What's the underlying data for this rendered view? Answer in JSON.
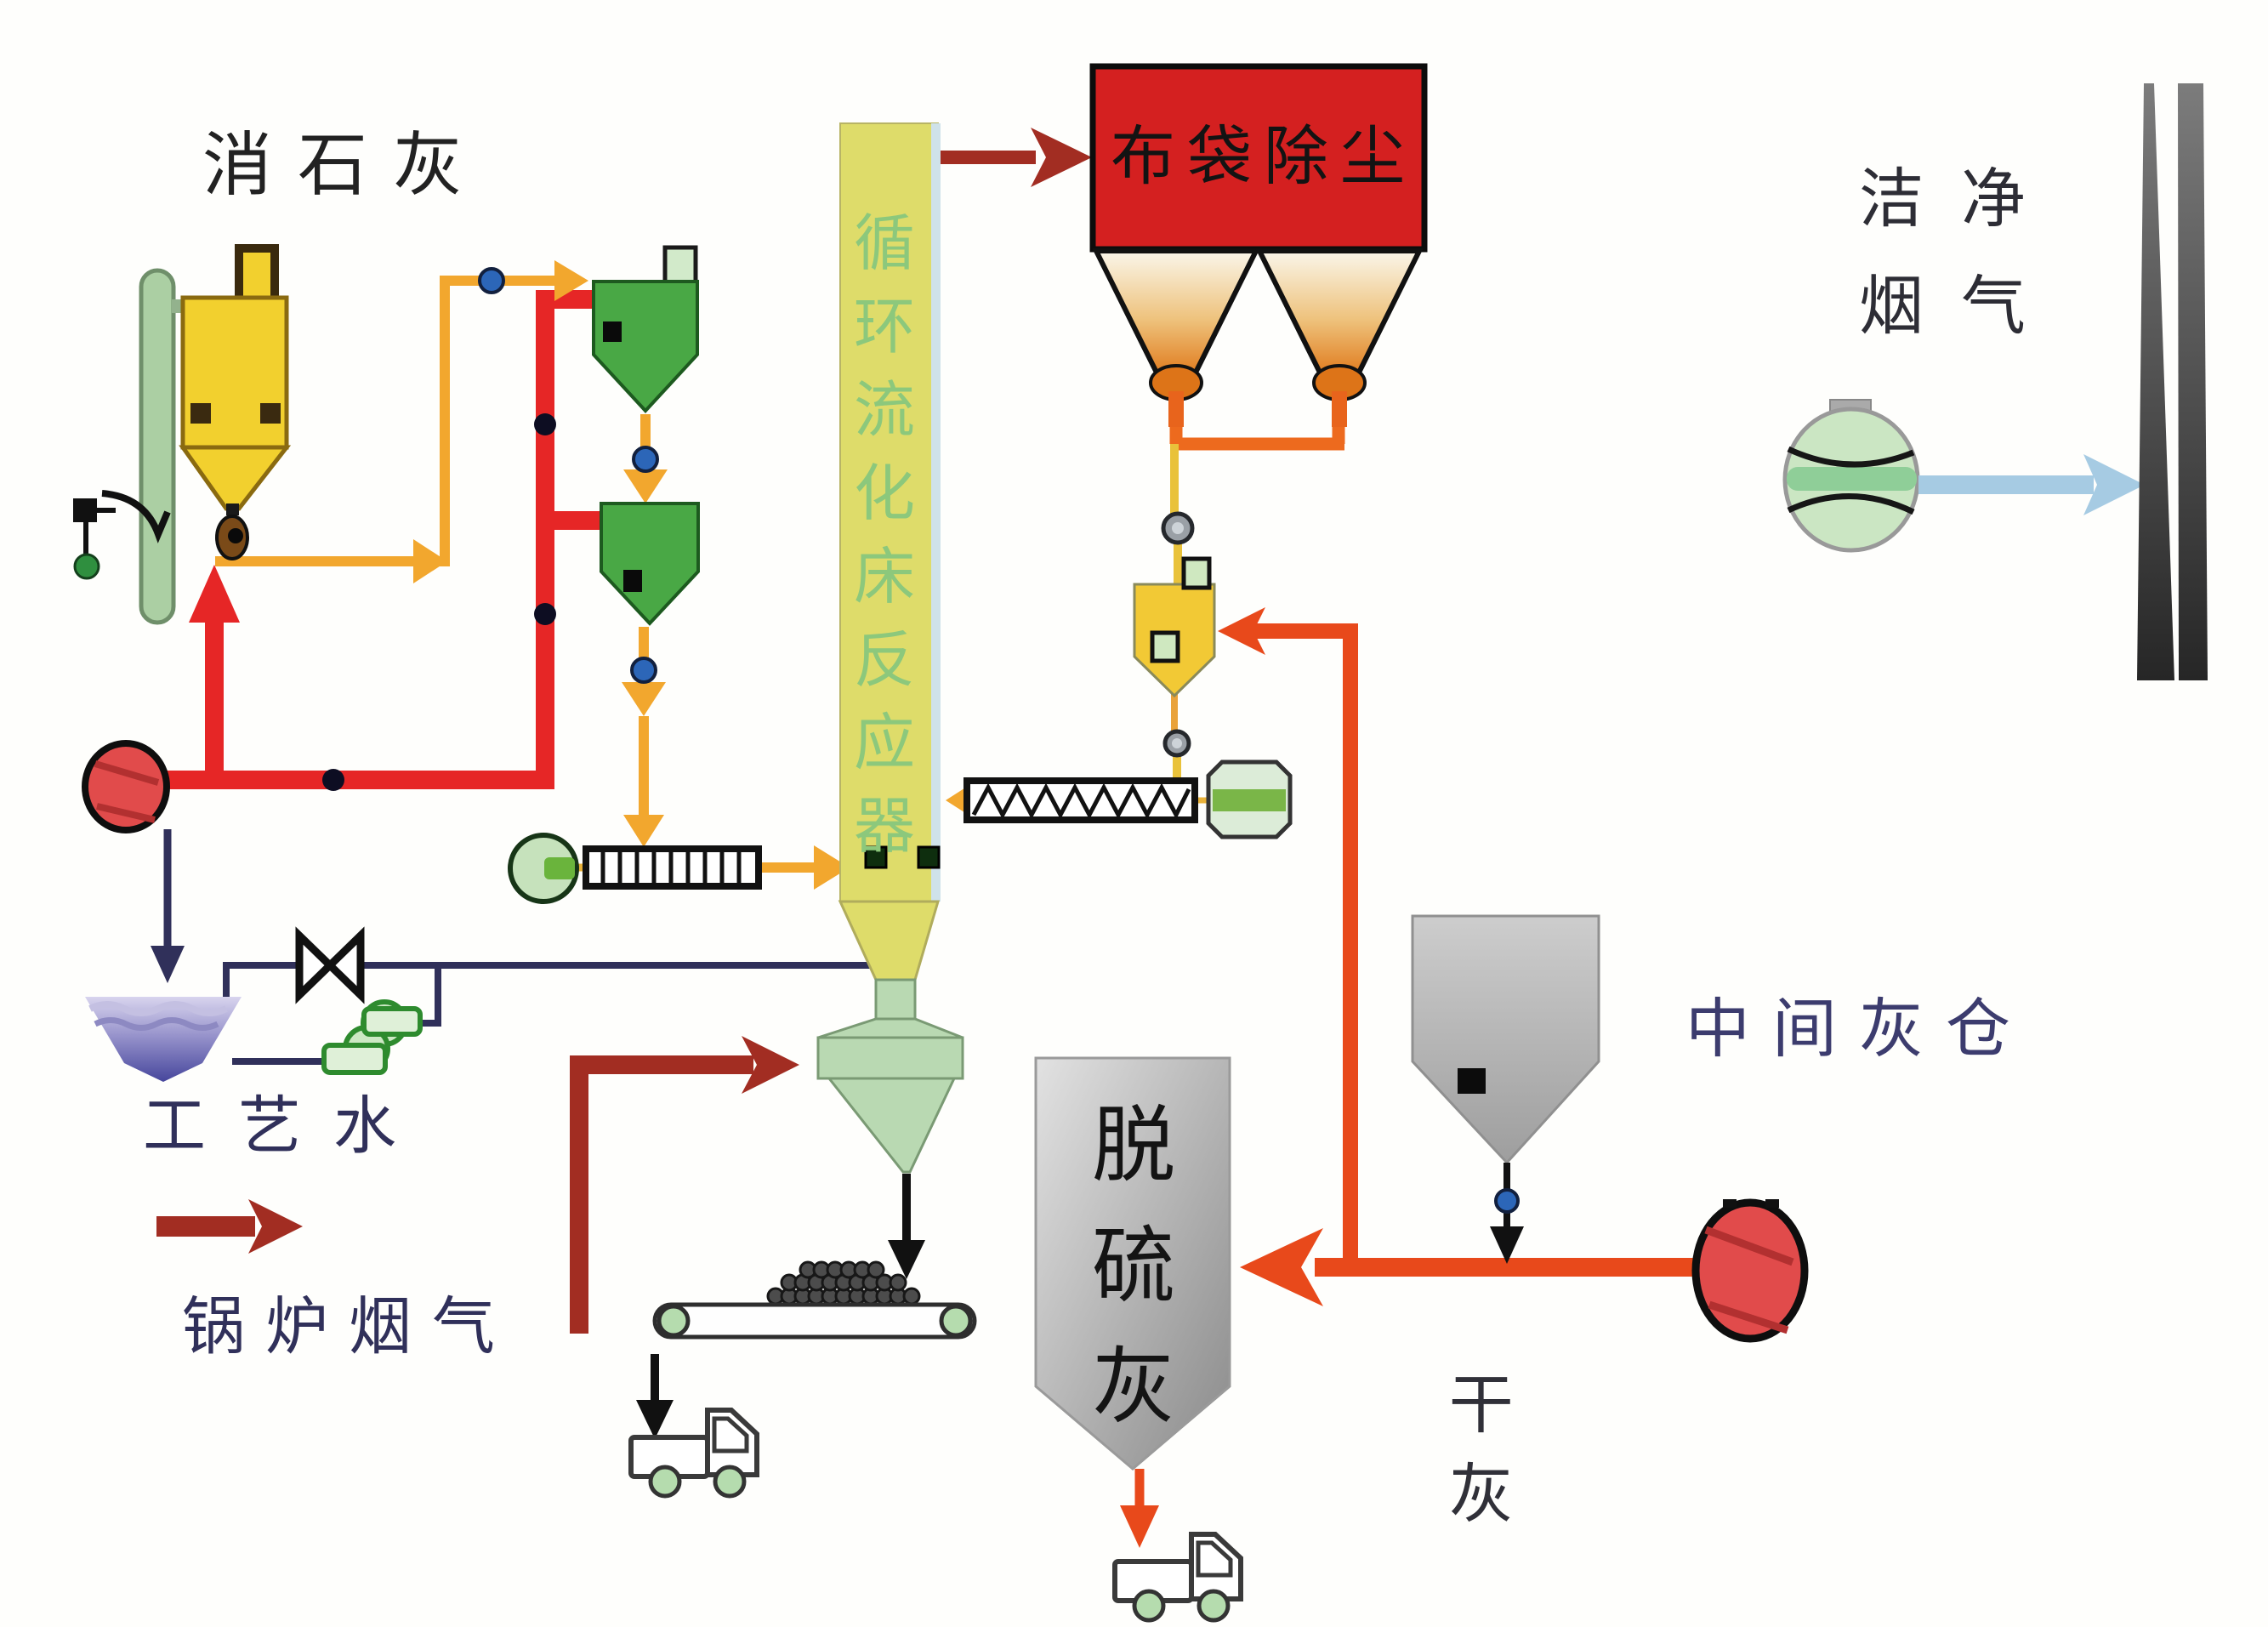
{
  "diagram": {
    "type": "process-flow-diagram",
    "subject": "circulating fluidized bed flue gas desulfurization system",
    "labels": {
      "slaked_lime": "消石灰",
      "reactor": "循环流化床反应器",
      "bag_filter": "布袋除尘",
      "clean_flue_gas_line1": "洁净",
      "clean_flue_gas_line2": "烟气",
      "intermediate_ash_silo": "中间灰仓",
      "desulfurized_ash": "脱硫灰",
      "dry_ash": "干灰",
      "process_water": "工艺水",
      "boiler_flue_gas": "锅炉烟气"
    },
    "colors": {
      "reactor_fill": "#dedc6a",
      "reactor_text_green": "#8cc87c",
      "bag_filter_red": "#d42020",
      "lime_pipe_red": "#e62626",
      "lime_line_orange": "#f2a72e",
      "ash_pipe_orange_red": "#e8491b",
      "flue_gas_dark_red": "#a22d22",
      "clean_gas_blue": "#a6cbe3",
      "water_line_navy": "#30305a",
      "silo_gray": "#b5b5b5",
      "lime_silo_yellow": "#f2d02e",
      "cyclone_green": "#49a845",
      "fan_red": "#e14b4b",
      "motor_green_light": "#c6e2bc"
    },
    "equipment": [
      "lime-silo",
      "lime-feeder-pole",
      "level-instrument",
      "lime-cyclone-1",
      "lime-cyclone-2",
      "screw-conveyor-1",
      "screw-conveyor-motor-1",
      "reactor-column",
      "venturi-section",
      "reactor-cone",
      "bag-filter",
      "bag-filter-hopper-left",
      "bag-filter-hopper-right",
      "recycle-ash-hopper",
      "screw-conveyor-2",
      "screw-conveyor-motor-2",
      "intermediate-ash-silo",
      "desulfurized-ash-silo",
      "ash-recycle-fan",
      "lime-transport-fan",
      "clean-gas-fan",
      "chimney",
      "water-tank",
      "water-pump",
      "water-valve",
      "belt-conveyor",
      "ash-pile",
      "ash-truck-1",
      "ash-truck-2"
    ]
  }
}
